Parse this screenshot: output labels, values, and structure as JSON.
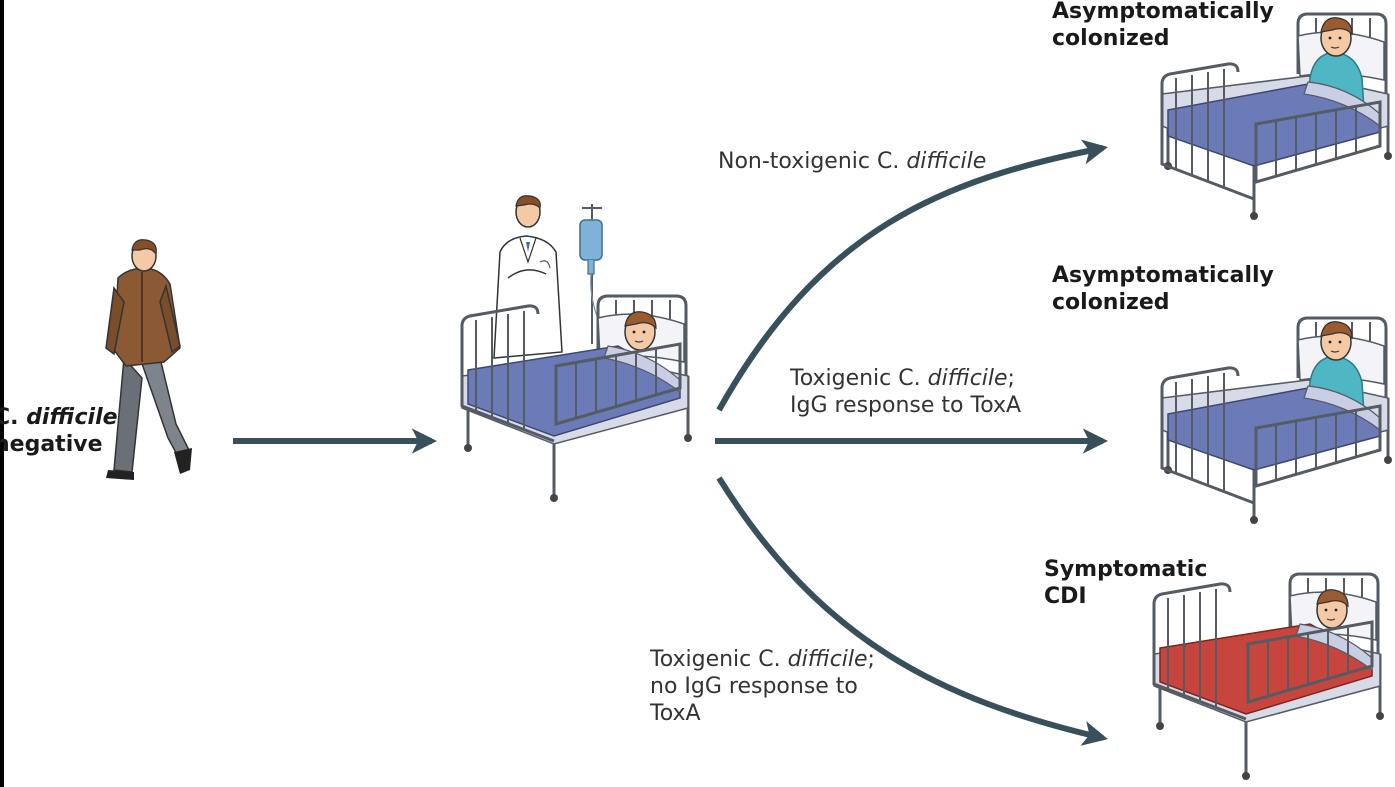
{
  "start": {
    "line1_prefix": "C.",
    "line1_species": "difficile",
    "line2": "negative"
  },
  "paths": {
    "top": {
      "prefix": "Non-toxigenic ",
      "genus": "C.",
      "species": "difficile"
    },
    "middle": {
      "l1_prefix": "Toxigenic ",
      "genus": "C.",
      "species": "difficile",
      "l1_suffix": ";",
      "l2": "IgG response to ToxA"
    },
    "bottom": {
      "l1_prefix": "Toxigenic ",
      "genus": "C.",
      "species": "difficile",
      "l1_suffix": ";",
      "l2": "no IgG response to",
      "l3": "ToxA"
    }
  },
  "outcomes": {
    "top": {
      "l1": "Asymptomatically",
      "l2": "colonized"
    },
    "middle": {
      "l1": "Asymptomatically",
      "l2": "colonized"
    },
    "bottom": {
      "l1": "Symptomatic",
      "l2": "CDI"
    }
  },
  "colors": {
    "arrow": "#37505c",
    "blanket_blue": "#6b7bb8",
    "blanket_red": "#c8453d",
    "bed_frame": "#5a5f66",
    "walker_coat": "#8b5a35",
    "patient_gown": "#4fb6c4"
  },
  "icons": [
    "walking-person-icon",
    "doctor-icon",
    "iv-drip-icon",
    "hospital-bed-icon"
  ]
}
